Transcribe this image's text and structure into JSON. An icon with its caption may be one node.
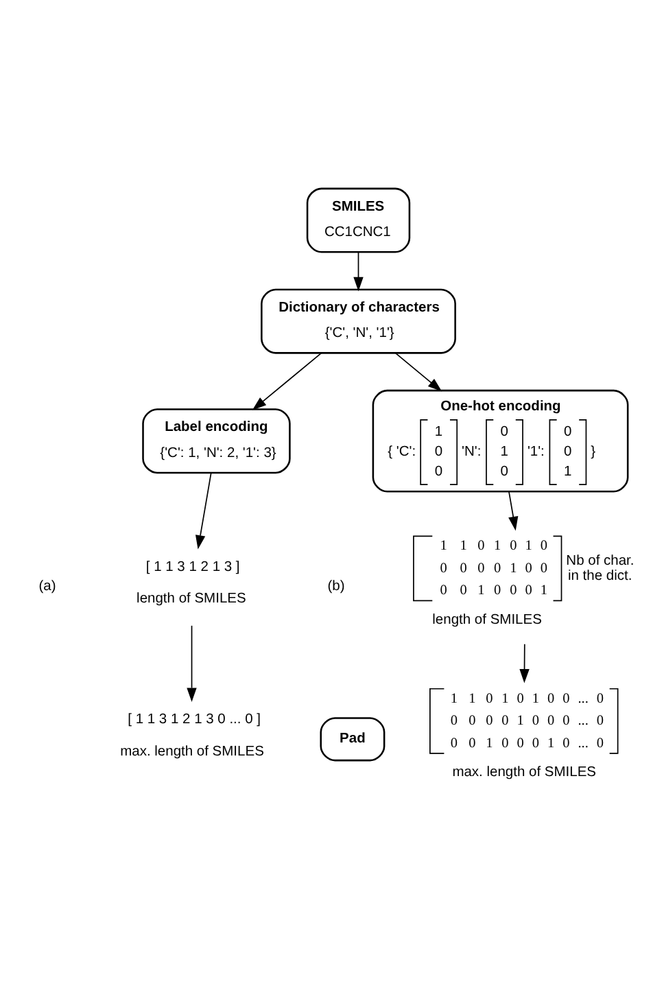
{
  "diagram": {
    "nodes": [
      {
        "text": [
          "SMILES",
          "CC1CNC1"
        ]
      },
      {
        "text": [
          "Dictionary of characters",
          "{'C', 'N', '1'}"
        ]
      },
      {
        "text": [
          "Label encoding",
          "{'C': 1, 'N': 2, '1': 3}"
        ]
      },
      {
        "text": [
          "One-hot encoding",
          "{ 'C':",
          "1 0 0",
          "'N':",
          "0 1 0",
          "'1':",
          "0 0 1",
          "}"
        ]
      },
      {
        "text": [
          "[ 1 1 3 1 2 1 3 ]",
          "length of SMILES"
        ]
      },
      {
        "text": [
          "1 1 0 1 0 1 0",
          "0 0 0 0 1 0 0",
          "0 0 1 0 0 0 1",
          "Nb of char. in the dict.",
          "length of SMILES"
        ]
      },
      {
        "text": [
          "Pad"
        ]
      },
      {
        "text": [
          "[ 1 1 3 1 2 1 3 0 ... 0 ]",
          "max. length of SMILES"
        ]
      },
      {
        "text": [
          "1 1 0 1 0 1 0 0 ... 0",
          "0 0 0 0 1 0 0 0 ... 0",
          "0 0 1 0 0 0 1 0 ... 0",
          "max. length of SMILES"
        ]
      }
    ],
    "edges": [
      {
        "from": 0,
        "to": 1,
        "arrow": "to"
      },
      {
        "from": 1,
        "to": 2,
        "arrow": "to"
      },
      {
        "from": 1,
        "to": 3,
        "arrow": "to"
      },
      {
        "from": 2,
        "to": 4,
        "arrow": "to"
      },
      {
        "from": 3,
        "to": 5,
        "arrow": "to"
      },
      {
        "from": 4,
        "to": 7,
        "arrow": "to"
      },
      {
        "from": 5,
        "to": 8,
        "arrow": "to"
      }
    ],
    "labels": [
      "(a)",
      "(b)"
    ]
  }
}
